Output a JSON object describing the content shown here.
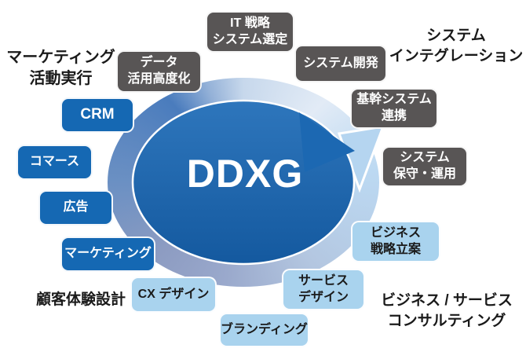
{
  "diagram": {
    "center": {
      "label": "DDXG"
    },
    "labels": {
      "marketing_execution": {
        "line1": "マーケティング",
        "line2": "活動実行"
      },
      "system_integration": {
        "line1": "システム",
        "line2": "インテグレーション"
      },
      "customer_experience": {
        "line1": "顧客体験設計"
      },
      "business_consulting": {
        "line1": "ビジネス / サービス",
        "line2": "コンサルティング"
      }
    },
    "boxes": {
      "it_strategy": {
        "style": "dark",
        "line1": "IT 戦略",
        "line2": "システム選定"
      },
      "data_utilization": {
        "style": "dark",
        "line1": "データ",
        "line2": "活用高度化"
      },
      "system_dev": {
        "style": "dark",
        "line1": "システム開発"
      },
      "core_system": {
        "style": "dark",
        "line1": "基幹システム",
        "line2": "連携"
      },
      "system_maintenance": {
        "style": "dark",
        "line1": "システム",
        "line2": "保守・運用"
      },
      "crm": {
        "style": "blue",
        "line1": "CRM"
      },
      "commerce": {
        "style": "blue",
        "line1": "コマース"
      },
      "ad": {
        "style": "blue",
        "line1": "広告"
      },
      "marketing": {
        "style": "blue",
        "line1": "マーケティング"
      },
      "business_strategy": {
        "style": "light",
        "line1": "ビジネス",
        "line2": "戦略立案"
      },
      "service_design": {
        "style": "light",
        "line1": "サービス",
        "line2": "デザイン"
      },
      "cx_design": {
        "style": "light",
        "line1": "CX デザイン"
      },
      "branding": {
        "style": "light",
        "line1": "ブランディング"
      }
    },
    "colors": {
      "dark_box": "#585555",
      "blue_box": "#1568b3",
      "light_blue_box": "#a9d3ee",
      "ellipse_top": "#2e76bc",
      "ellipse_bottom": "#14599f",
      "arrow_light": "#b5d5f0",
      "ring_dark_blue": "#4a7cbd",
      "ring_gray": "#8d9cc2",
      "text_dark": "#1a1a1a",
      "text_white": "#ffffff"
    }
  }
}
